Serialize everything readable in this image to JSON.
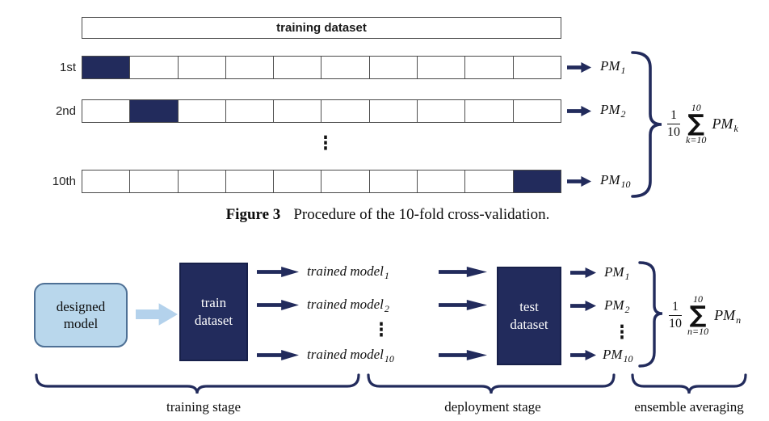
{
  "colors": {
    "navy": "#222b5c",
    "light_blue": "#b9d7ec",
    "light_blue_border": "#4e7095",
    "cell_border": "#4f4f4f",
    "text": "#111111"
  },
  "top_diagram": {
    "header_label": "training dataset",
    "num_cells": 10,
    "rows": [
      {
        "label": "1st",
        "filled_index": 0,
        "pm": {
          "base": "PM",
          "sub": "1"
        }
      },
      {
        "label": "2nd",
        "filled_index": 1,
        "pm": {
          "base": "PM",
          "sub": "2"
        }
      },
      {
        "label": "10th",
        "filled_index": 9,
        "pm": {
          "base": "PM",
          "sub": "10"
        }
      }
    ],
    "dots": "⋮",
    "formula": {
      "numerator": "1",
      "denominator": "10",
      "sum_upper": "10",
      "sigma": "∑",
      "sum_lower": "k=10",
      "term_base": "PM",
      "term_sub": "k"
    }
  },
  "caption": {
    "label": "Figure 3",
    "text": "Procedure of the 10-fold cross-validation."
  },
  "bottom_diagram": {
    "designed_model": {
      "line1": "designed",
      "line2": "model"
    },
    "train_dataset": {
      "line1": "train",
      "line2": "dataset"
    },
    "test_dataset": {
      "line1": "test",
      "line2": "dataset"
    },
    "trained_models": [
      {
        "base": "trained model",
        "sub": "1"
      },
      {
        "base": "trained model",
        "sub": "2"
      },
      {
        "base": "trained model",
        "sub": "10"
      }
    ],
    "pm_outputs": [
      {
        "base": "PM",
        "sub": "1"
      },
      {
        "base": "PM",
        "sub": "2"
      },
      {
        "base": "PM",
        "sub": "10"
      }
    ],
    "dots": "⋮",
    "formula": {
      "numerator": "1",
      "denominator": "10",
      "sum_upper": "10",
      "sigma": "∑",
      "sum_lower": "n=10",
      "term_base": "PM",
      "term_sub": "n"
    },
    "stages": [
      {
        "label": "training stage"
      },
      {
        "label": "deployment stage"
      },
      {
        "label": "ensemble averaging"
      }
    ]
  }
}
